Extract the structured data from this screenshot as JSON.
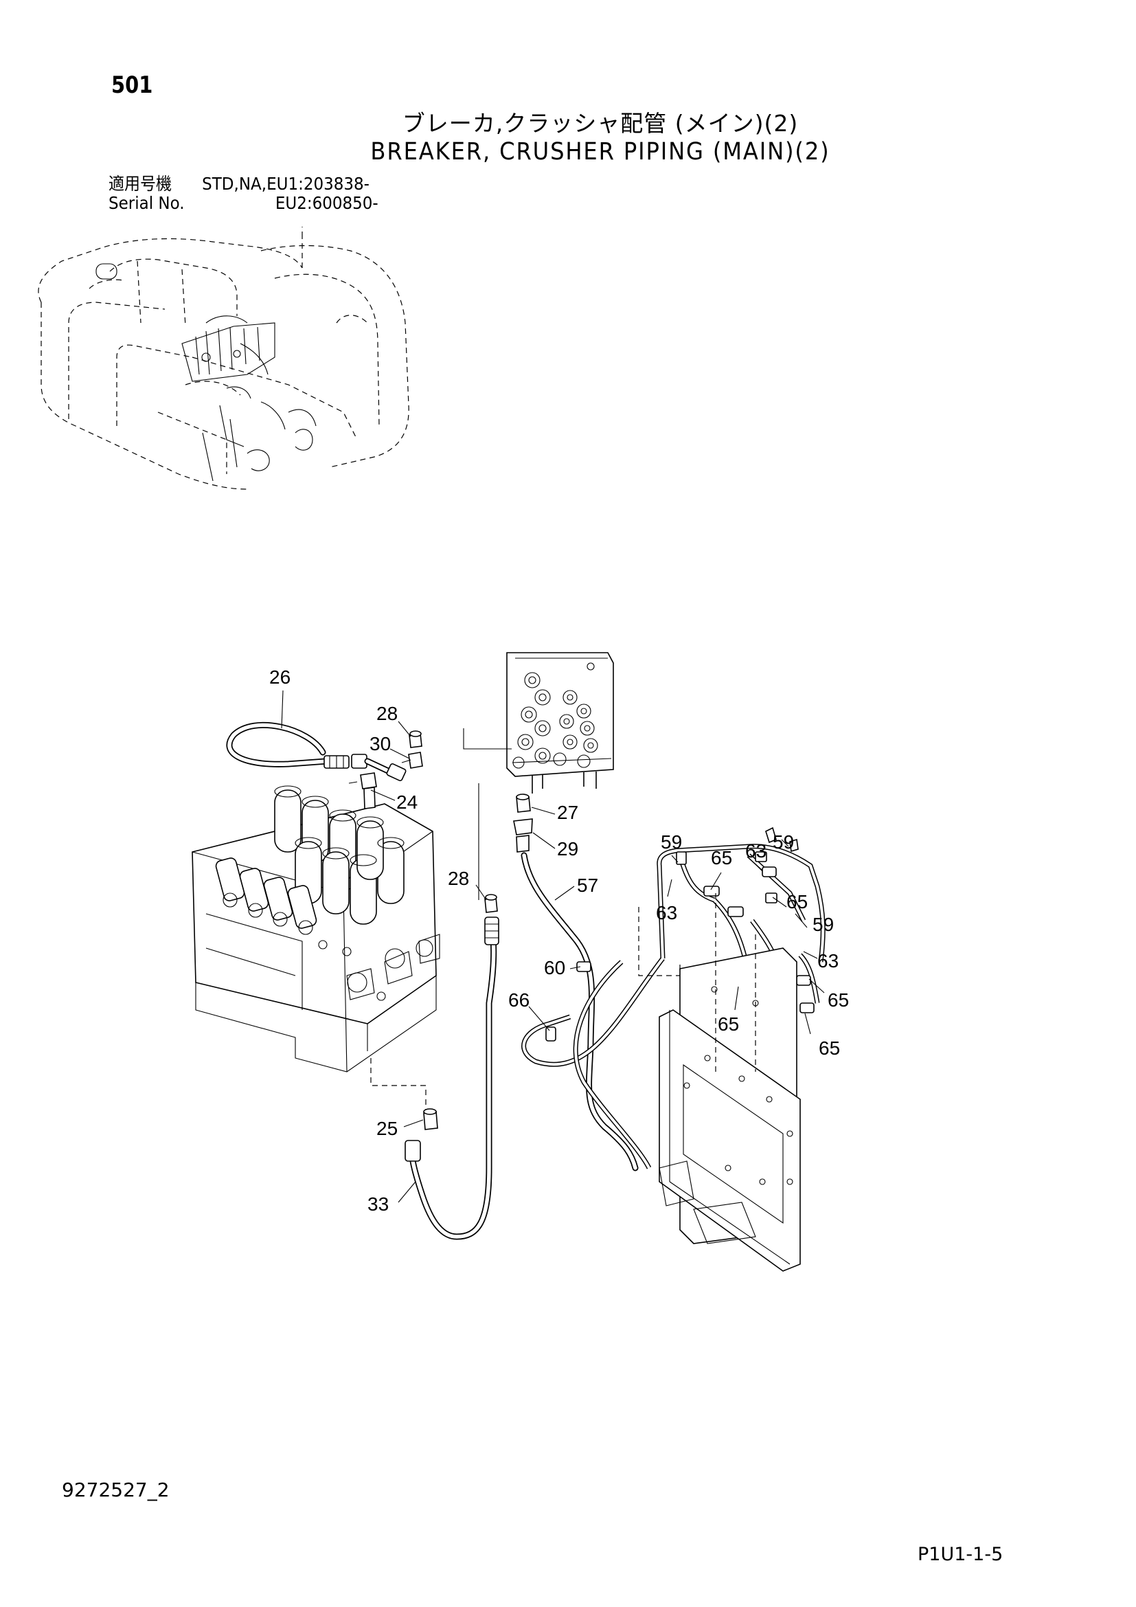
{
  "header": {
    "page_number": "501",
    "title_japanese": "ブレーカ,クラッシャ配管 (メイン)(2)",
    "title_english": "BREAKER, CRUSHER PIPING (MAIN)(2)",
    "serial_label_japanese": "適用号機",
    "serial_label_english": "Serial No.",
    "serial_value_line1": "STD,NA,EU1:203838-",
    "serial_value_line2": "EU2:600850-"
  },
  "callouts": [
    "26",
    "28",
    "30",
    "24",
    "27",
    "29",
    "28",
    "57",
    "60",
    "66",
    "25",
    "33",
    "59",
    "65",
    "63",
    "59",
    "63",
    "65",
    "59",
    "63",
    "65",
    "65",
    "65"
  ],
  "footer": {
    "document_code": "9272527_2",
    "page_reference": "P1U1-1-5"
  }
}
